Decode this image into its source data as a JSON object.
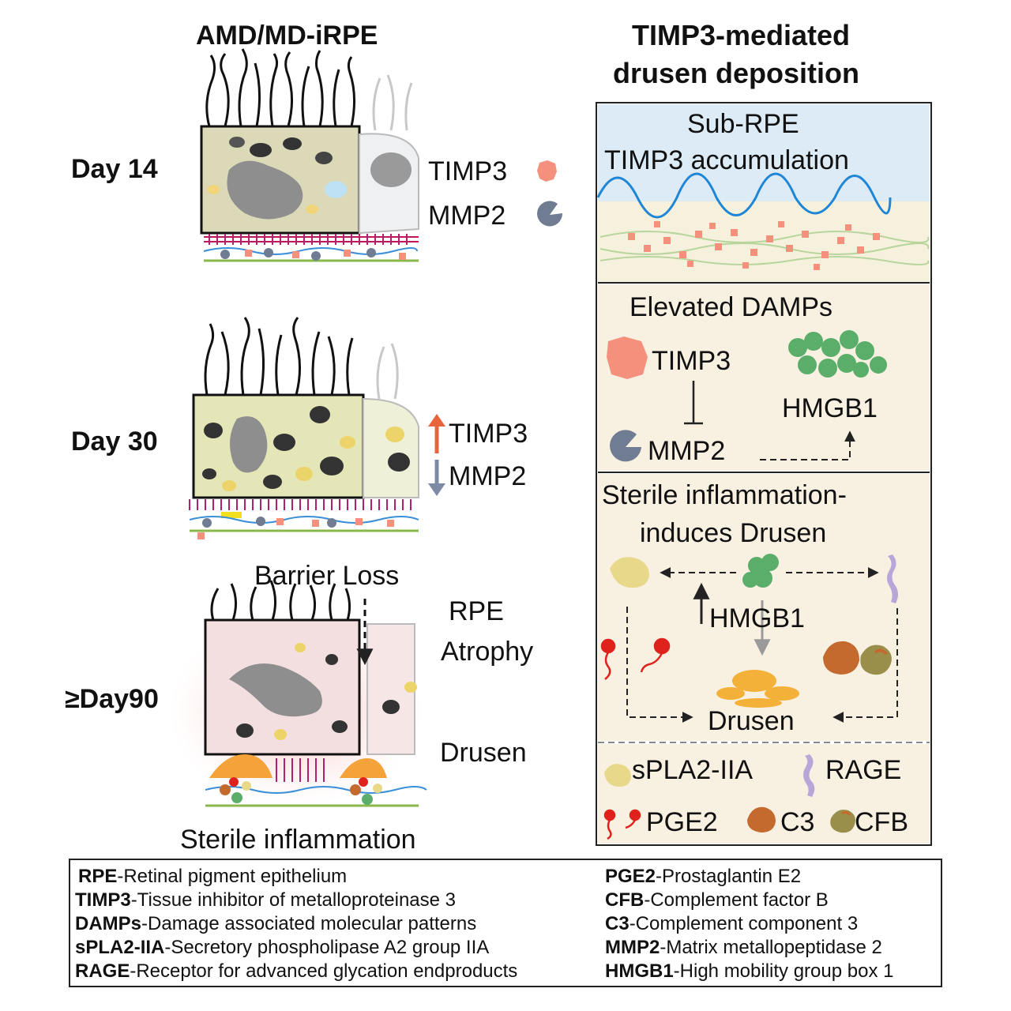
{
  "left": {
    "title": "AMD/MD-iRPE",
    "stage1": "Day 14",
    "stage2": "Day 30",
    "stage3": "≥Day90",
    "timp3": "TIMP3",
    "mmp2": "MMP2",
    "timp3_up": "TIMP3",
    "mmp2_down": "MMP2",
    "barrier_loss": "Barrier Loss",
    "rpe": "RPE",
    "atrophy": "Atrophy",
    "drusen": "Drusen",
    "sterile_inflammation": "Sterile inflammation"
  },
  "right": {
    "title_line1": "TIMP3-mediated",
    "title_line2": "drusen deposition",
    "panel1_line1": "Sub-RPE",
    "panel1_line2": "TIMP3 accumulation",
    "panel2_title": "Elevated DAMPs",
    "panel2_timp3": "TIMP3",
    "panel2_mmp2": "MMP2",
    "panel2_hmgb1": "HMGB1",
    "panel3_line1": "Sterile inflammation-",
    "panel3_line2": "induces Drusen",
    "panel3_hmgb1": "HMGB1",
    "panel3_drusen": "Drusen",
    "key_spla2": "sPLA2-IIA",
    "key_rage": "RAGE",
    "key_pge2": "PGE2",
    "key_c3": "C3",
    "key_cfb": "CFB"
  },
  "legend": [
    {
      "abbr": "RPE",
      "desc": "-Retinal pigment epithelium"
    },
    {
      "abbr": "TIMP3",
      "desc": "-Tissue inhibitor of metalloproteinase 3"
    },
    {
      "abbr": "DAMPs",
      "desc": "-Damage associated molecular patterns"
    },
    {
      "abbr": "sPLA2-IIA",
      "desc": "-Secretory phospholipase A2 group IIA"
    },
    {
      "abbr": "RAGE",
      "desc": "-Receptor for advanced glycation endproducts"
    },
    {
      "abbr": "PGE2",
      "desc": "-Prostaglantin E2"
    },
    {
      "abbr": "CFB",
      "desc": "-Complement factor B"
    },
    {
      "abbr": "C3",
      "desc": "-Complement component 3"
    },
    {
      "abbr": "MMP2",
      "desc": "-Matrix metallopeptidase 2"
    },
    {
      "abbr": "HMGB1",
      "desc": "-High mobility group box 1"
    }
  ],
  "colors": {
    "timp3": "#f4907c",
    "mmp2": "#6f7c92",
    "hmgb1": "#5aae6a",
    "drusen": "#f4b13a",
    "spla2": "#e8d98a",
    "rage": "#b9a6d8",
    "pge2": "#e0221d",
    "c3": "#c46a2f",
    "cfb": "#9a8f4a",
    "panel_blue": "#dcebf5",
    "panel_cream": "#f8f1e2",
    "up_arrow": "#e8643c",
    "down_arrow": "#7d8aa3"
  }
}
